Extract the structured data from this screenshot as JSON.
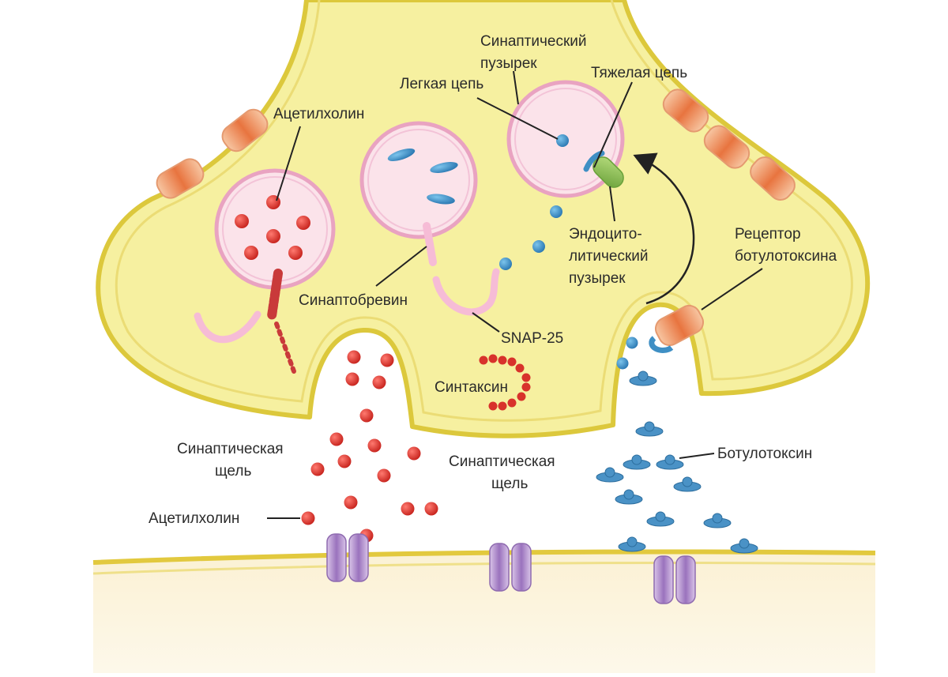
{
  "labels": {
    "vesicle_top": "Синаптический",
    "vesicle_bottom": "пузырек",
    "light_chain": "Легкая цепь",
    "heavy_chain": "Тяжелая цепь",
    "acetylcholine_top": "Ацетилхолин",
    "endocytic_1": "Эндоцито-",
    "endocytic_2": "литический",
    "endocytic_3": "пузырек",
    "receptor_1": "Рецептор",
    "receptor_2": "ботулотоксина",
    "synaptobrevin": "Синаптобревин",
    "snap25": "SNAP-25",
    "syntaxin": "Синтаксин",
    "cleft_left_1": "Синаптическая",
    "cleft_left_2": "щель",
    "cleft_mid_1": "Синаптическая",
    "cleft_mid_2": "щель",
    "botulotoxin": "Ботулотоксин",
    "acetylcholine_bottom": "Ацетилхолин"
  },
  "colors": {
    "terminal_fill": "#f6f0a0",
    "terminal_stroke": "#dcc83c",
    "vesicle_fill": "#fbe3ea",
    "vesicle_stroke": "#e9a3c1",
    "acetylcholine": "#d8322b",
    "toxin": "#3f8fc4",
    "heavy_chain_green": "#8cc152",
    "receptor_orange": "#ef9a6a",
    "channel_purple": "#b795cf",
    "postsynaptic_fill": "#fbf3dc"
  }
}
